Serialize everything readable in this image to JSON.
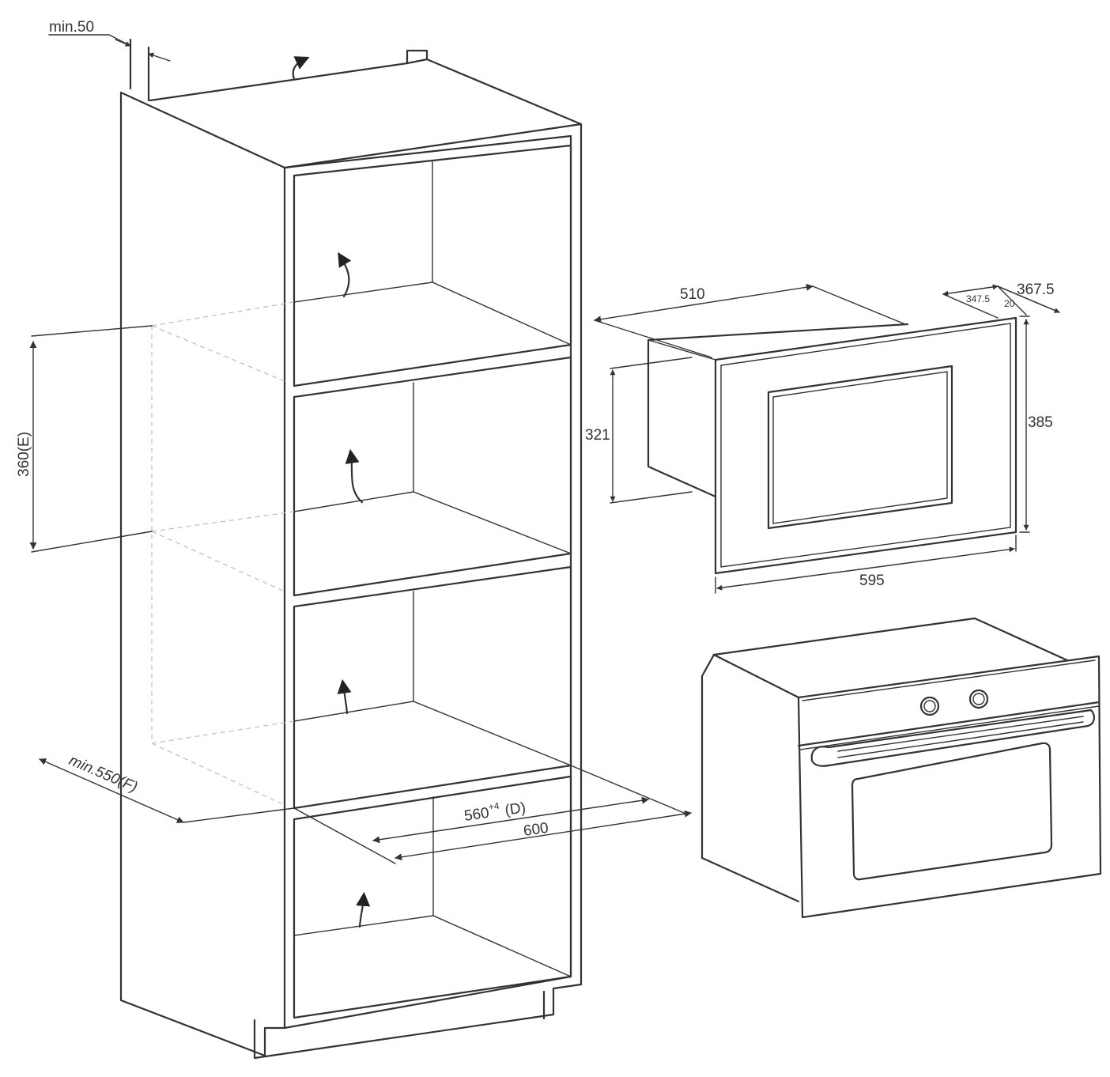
{
  "dimensions": {
    "top_clearance": "min.50",
    "cavity_height": "360(E)",
    "cavity_depth": "min.550(F)",
    "cavity_width_main": "560",
    "cavity_width_tol": "+4",
    "cavity_width_ref": "(D)",
    "cabinet_width": "600",
    "appliance_depth": "510",
    "frame_offset": "347.5",
    "frame_thickness": "20",
    "total_depth": "367.5",
    "body_height": "321",
    "front_height": "385",
    "front_width": "595"
  },
  "colors": {
    "line": "#333333",
    "hidden_line": "#bdbdbd",
    "background": "#ffffff"
  }
}
